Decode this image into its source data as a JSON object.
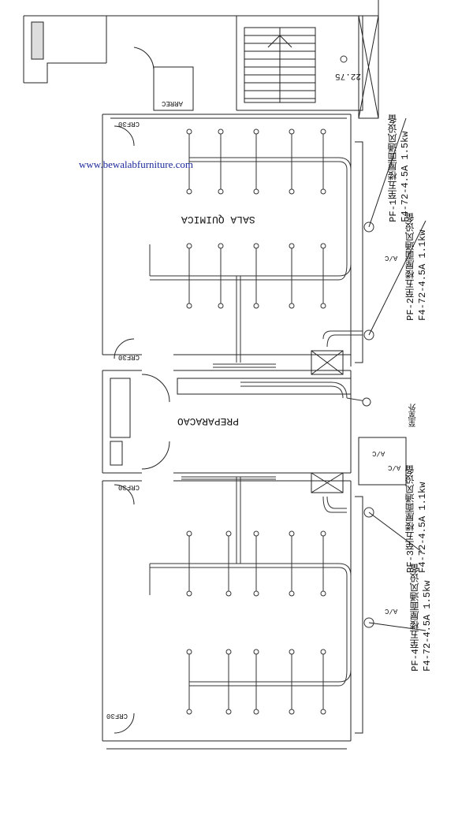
{
  "watermark": "www.bewalabfurniture.com",
  "rooms": {
    "upper": "SALA QUIMICA",
    "middle": "PREPARACAO"
  },
  "labels": {
    "arrec": "ARREC",
    "elevation": "22.75",
    "door_crf30_1": "CRF30",
    "door_crf30_2": "CRF30",
    "door_crf30_3": "CRF30",
    "door_crf30_4": "CRF30",
    "ac_1": "A/C",
    "ac_2": "A/C",
    "ac_3": "A/C",
    "ac_box": "A/C",
    "outdoor": "至室外"
  },
  "fans": [
    {
      "line1": "PF-1至五楼屋面通风设备",
      "line2": "F4-72-4.5A 1.5kw"
    },
    {
      "line1": "PF-2至五楼屋面通风设备",
      "line2": "F4-72-4.5A 1.1kw"
    },
    {
      "line1": "PF-3至五楼屋面通风设备",
      "line2": "F4-72-4.5A 1.1kw"
    },
    {
      "line1": "PF-4至五楼屋面通风设备",
      "line2": "F4-72-4.5A 1.5kw"
    }
  ]
}
